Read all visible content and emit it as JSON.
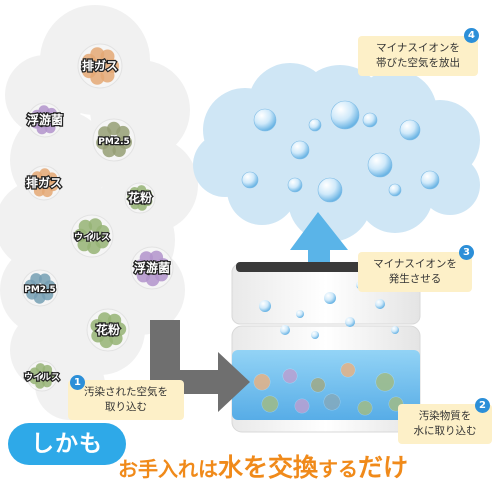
{
  "pollutants": [
    {
      "label": "排ガス",
      "virus": "#d77a2a"
    },
    {
      "label": "浮游菌",
      "virus": "#8a5bb0"
    },
    {
      "label": "PM2.5",
      "virus": "#5e6b2c"
    },
    {
      "label": "排ガス",
      "virus": "#d77a2a"
    },
    {
      "label": "花粉",
      "virus": "#5e8b2c"
    },
    {
      "label": "ウイルス",
      "virus": "#5e8b2c"
    },
    {
      "label": "浮游菌",
      "virus": "#8a5bb0"
    },
    {
      "label": "PM2.5",
      "virus": "#2c6b8b"
    },
    {
      "label": "花粉",
      "virus": "#5e8b2c"
    },
    {
      "label": "ウイルス",
      "virus": "#5e8b2c"
    }
  ],
  "steps": [
    {
      "number": "1",
      "line1": "汚染された空気を",
      "line2": "取り込む"
    },
    {
      "number": "2",
      "line1": "汚染物質を",
      "line2": "水に取り込む"
    },
    {
      "number": "3",
      "line1": "マイナスイオンを",
      "line2": "発生させる"
    },
    {
      "number": "4",
      "line1": "マイナスイオンを",
      "line2": "帯びた空気を放出"
    }
  ],
  "headline": {
    "badge": "しかも",
    "part1": "お手入れ",
    "part2": "は",
    "part3": "水を交換",
    "part4": "する",
    "part5": "だけ"
  },
  "colors": {
    "accent_blue": "#2c8fd8",
    "headline_orange": "#f08a1a",
    "callout_bg": "#fdf0c8",
    "arrow_gray": "#6f6f6f",
    "arrow_blue": "#5ab4e8",
    "cloud_blue": "#cfe6f5",
    "water_blue": "#6fc0ef"
  }
}
